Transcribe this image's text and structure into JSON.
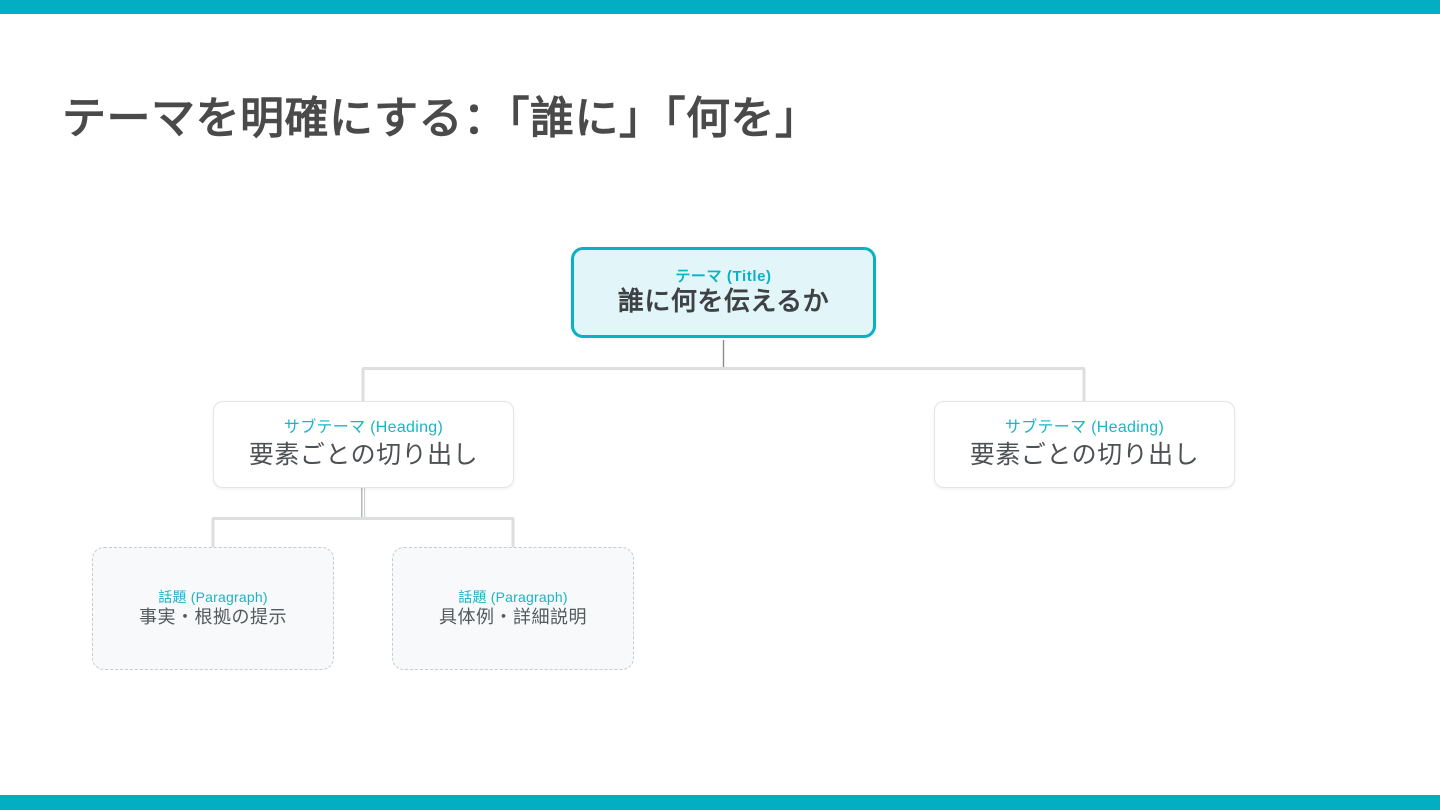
{
  "slide": {
    "title": "テーマを明確にする：「誰に」「何を」",
    "accent_color": "#03AEC2",
    "top_bar_color": "#03AEC2",
    "bottom_bar_color": "#03AEC2",
    "title_color": "#4A4A4A",
    "background_color": "#FFFFFF"
  },
  "diagram": {
    "type": "tree",
    "nodes": {
      "title_node": {
        "kicker": "テーマ (Title)",
        "body": "誰に何を伝えるか",
        "kicker_color": "#07B3C6",
        "body_color": "#3E4245",
        "border_color": "#08B2C4",
        "fill_color": "#E2F5F8"
      },
      "heading_left": {
        "kicker": "サブテーマ (Heading)",
        "body": "要素ごとの切り出し",
        "kicker_color": "#19B6C6",
        "body_color": "#4D5154",
        "border_color": "#E3E5E6",
        "fill_color": "#FFFFFF"
      },
      "heading_right": {
        "kicker": "サブテーマ (Heading)",
        "body": "要素ごとの切り出し",
        "kicker_color": "#19B6C6",
        "body_color": "#4D5154",
        "border_color": "#E3E5E6",
        "fill_color": "#FFFFFF"
      },
      "paragraph_left": {
        "kicker": "話題 (Paragraph)",
        "body": "事実・根拠の提示",
        "kicker_color": "#1BB4C4",
        "body_color": "#55595C",
        "border_color": "#C9CCCE",
        "fill_color": "#F7F9FA"
      },
      "paragraph_right": {
        "kicker": "話題 (Paragraph)",
        "body": "具体例・詳細説明",
        "kicker_color": "#1BB4C4",
        "body_color": "#55595C",
        "border_color": "#C9CCCE",
        "fill_color": "#F7F9FA"
      }
    },
    "connector_color": "#DCDEE0",
    "stub_color": "#8A8D8F"
  }
}
